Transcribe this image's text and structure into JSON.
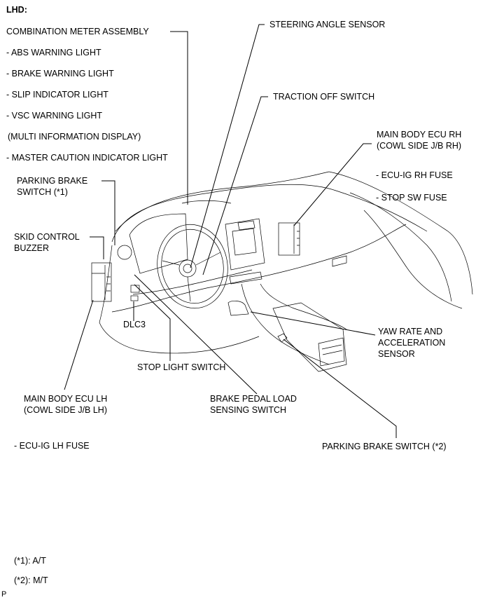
{
  "heading": "LHD:",
  "combination_meter": {
    "title": "COMBINATION METER ASSEMBLY",
    "items": [
      "- ABS WARNING LIGHT",
      "- BRAKE WARNING LIGHT",
      "- SLIP INDICATOR LIGHT",
      "- VSC WARNING LIGHT",
      "(MULTI INFORMATION DISPLAY)",
      "- MASTER CAUTION INDICATOR LIGHT"
    ]
  },
  "labels": {
    "steering_angle_sensor": "STEERING ANGLE SENSOR",
    "traction_off_switch": "TRACTION OFF SWITCH",
    "main_body_ecu_rh_1": "MAIN BODY ECU RH",
    "main_body_ecu_rh_2": "(COWL SIDE J/B RH)",
    "ecu_ig_rh_fuse": "- ECU-IG RH FUSE",
    "stop_sw_fuse": "- STOP SW FUSE",
    "parking_brake_switch_1a": "PARKING BRAKE",
    "parking_brake_switch_1b": "SWITCH (*1)",
    "skid_control_buzzer_1": "SKID CONTROL",
    "skid_control_buzzer_2": "BUZZER",
    "dlc3": "DLC3",
    "stop_light_switch": "STOP LIGHT SWITCH",
    "yaw_rate_1": "YAW RATE AND",
    "yaw_rate_2": "ACCELERATION",
    "yaw_rate_3": "SENSOR",
    "main_body_ecu_lh_1": "MAIN BODY ECU LH",
    "main_body_ecu_lh_2": "(COWL SIDE J/B LH)",
    "brake_pedal_1": "BRAKE PEDAL LOAD",
    "brake_pedal_2": "SENSING SWITCH",
    "ecu_ig_lh_fuse": "- ECU-IG LH FUSE",
    "parking_brake_switch_2": "PARKING BRAKE SWITCH  (*2)"
  },
  "notes": [
    "(*1): A/T",
    "(*2): M/T"
  ],
  "corner_mark": "P"
}
